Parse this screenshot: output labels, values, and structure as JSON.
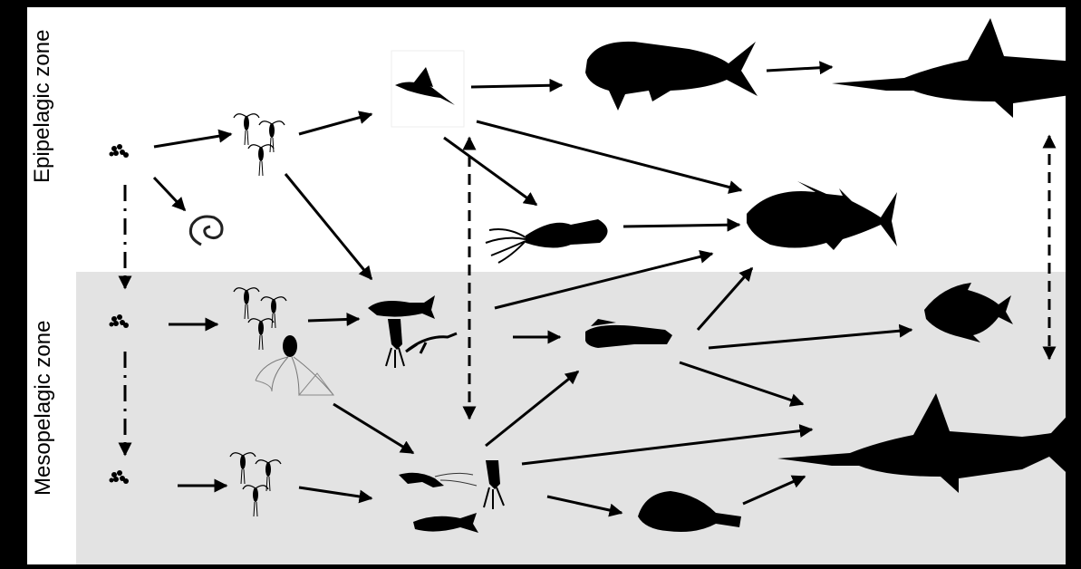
{
  "zones": {
    "epipelagic": {
      "label": "Epipelagic zone",
      "background": "#ffffff"
    },
    "mesopelagic": {
      "label": "Mesopelagic zone",
      "background": "#e3e3e3"
    }
  },
  "frame_color": "#000000",
  "organisms": [
    {
      "id": "phyto-epi",
      "icon": "phytoplankton-icon"
    },
    {
      "id": "copepods-epi",
      "icon": "copepod-icon"
    },
    {
      "id": "pteropod-epi",
      "icon": "pteropod-icon"
    },
    {
      "id": "flyingfish",
      "icon": "flying-fish-icon"
    },
    {
      "id": "dolphinfish",
      "icon": "dolphinfish-icon"
    },
    {
      "id": "swordfish-epi",
      "icon": "swordfish-icon"
    },
    {
      "id": "squid-epi",
      "icon": "squid-icon"
    },
    {
      "id": "tuna",
      "icon": "tuna-icon"
    },
    {
      "id": "phyto-meso",
      "icon": "phytoplankton-icon"
    },
    {
      "id": "copepods-meso",
      "icon": "copepod-icon"
    },
    {
      "id": "siphonophore",
      "icon": "jellyfish-icon"
    },
    {
      "id": "myctophid",
      "icon": "lanternfish-icon"
    },
    {
      "id": "shrimp-squid-meso",
      "icon": "shrimp-squid-icon"
    },
    {
      "id": "lancetfish",
      "icon": "lancetfish-icon"
    },
    {
      "id": "opah",
      "icon": "opah-icon"
    },
    {
      "id": "phyto-deep",
      "icon": "phytoplankton-icon"
    },
    {
      "id": "copepods-deep",
      "icon": "copepod-icon"
    },
    {
      "id": "shrimp-fish-deep",
      "icon": "shrimp-fish-icon"
    },
    {
      "id": "squid-deep",
      "icon": "squid-icon"
    },
    {
      "id": "anglerfish",
      "icon": "anglerfish-icon"
    },
    {
      "id": "swordfish-meso",
      "icon": "swordfish-icon"
    }
  ],
  "links": [
    {
      "type": "solid"
    },
    {
      "type": "solid"
    },
    {
      "type": "solid"
    },
    {
      "type": "solid"
    },
    {
      "type": "solid"
    },
    {
      "type": "solid"
    },
    {
      "type": "solid"
    },
    {
      "type": "solid"
    },
    {
      "type": "solid"
    },
    {
      "type": "solid"
    },
    {
      "type": "solid"
    },
    {
      "type": "solid"
    },
    {
      "type": "solid"
    },
    {
      "type": "solid"
    },
    {
      "type": "solid"
    },
    {
      "type": "solid"
    },
    {
      "type": "solid"
    },
    {
      "type": "solid"
    },
    {
      "type": "solid"
    },
    {
      "type": "solid"
    },
    {
      "type": "solid"
    },
    {
      "type": "solid"
    },
    {
      "type": "solid"
    },
    {
      "type": "solid"
    },
    {
      "type": "dash-dot"
    },
    {
      "type": "dash-dot"
    },
    {
      "type": "dashed-bidirectional"
    },
    {
      "type": "dashed-bidirectional"
    }
  ]
}
